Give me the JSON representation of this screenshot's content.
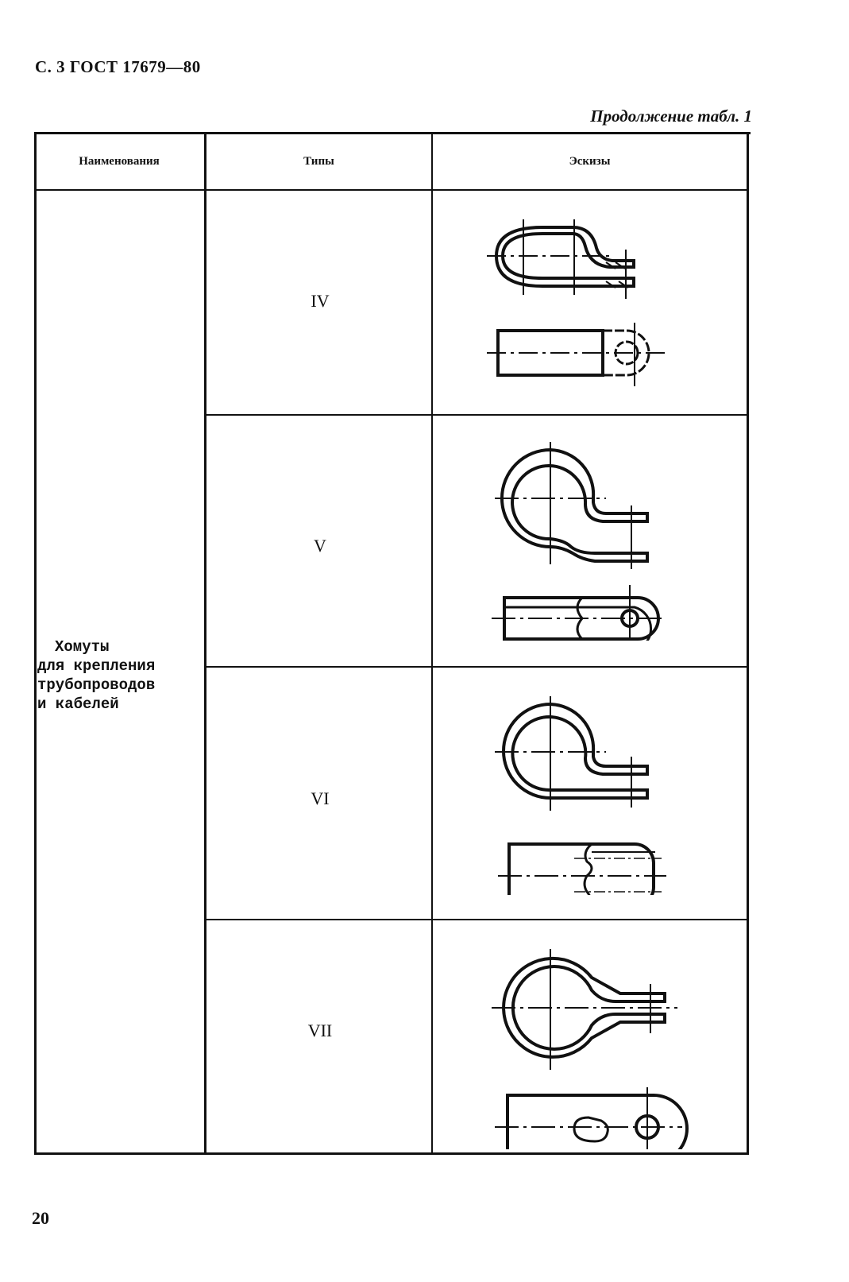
{
  "page": {
    "header": "С. 3 ГОСТ 17679—80",
    "continuation": "Продолжение табл. 1",
    "page_number": "20"
  },
  "table": {
    "columns": [
      "Наименования",
      "Типы",
      "Эскизы"
    ],
    "name_cell": {
      "lines": [
        "Хомуты",
        "для крепления",
        "трубопроводов",
        "и кабелей"
      ]
    },
    "rows": [
      {
        "type": "IV",
        "sketch": "clamp-type-iv-sketch"
      },
      {
        "type": "V",
        "sketch": "clamp-type-v-sketch"
      },
      {
        "type": "VI",
        "sketch": "clamp-type-vi-sketch"
      },
      {
        "type": "VII",
        "sketch": "clamp-type-vii-sketch"
      }
    ]
  }
}
